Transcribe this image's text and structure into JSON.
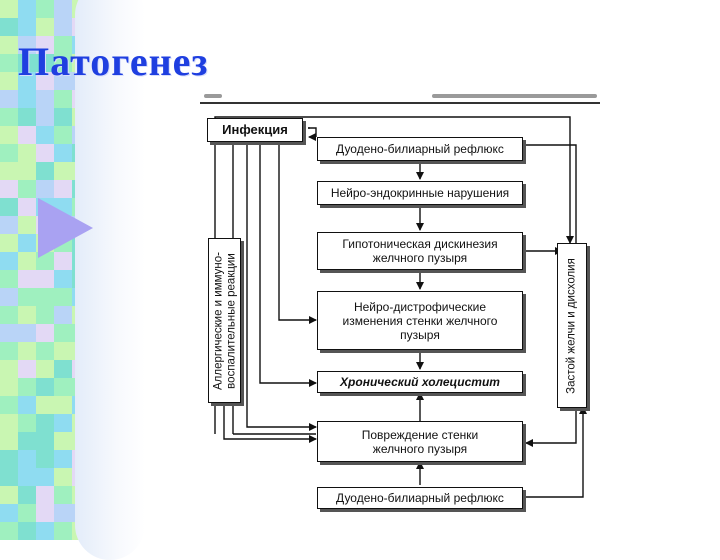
{
  "slide": {
    "title": "Патогенез",
    "colors": {
      "title": "#1f3fe0",
      "play_icon": "#a9a2f2",
      "mosaic": [
        "#9ff0bf",
        "#b9d4f7",
        "#c9f6b2",
        "#8fdcf1",
        "#e3d9f5",
        "#7fe0d0"
      ]
    }
  },
  "diagram": {
    "infection": "Инфекция",
    "reflux_top": "Дуодено-билиарный рефлюкс",
    "neuroendocrine": "Нейро-эндокринные нарушения",
    "dyskinesia": "Гипотоническая дискинезия\nжелчного пузыря",
    "neurodystrophic": "Нейро-дистрофические\nизменения стенки желчного\nпузыря",
    "cholecystitis": "Хронический холецистит",
    "damage": "Повреждение стенки\nжелчного пузыря",
    "reflux_bottom": "Дуодено-билиарный рефлюкс",
    "left_vertical": "Аллергические и иммуно-\nвоспалительные реакции",
    "right_vertical": "Застой желчи и дисхолия"
  }
}
